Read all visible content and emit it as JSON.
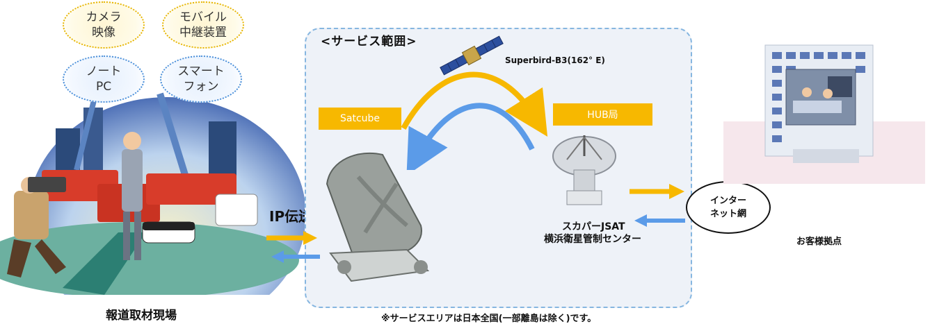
{
  "left_scene": {
    "caption": "報道取材現場",
    "bubbles": [
      {
        "text": "カメラ\n映像"
      },
      {
        "text": "モバイル\n中継装置"
      },
      {
        "text": "ノート\nPC"
      },
      {
        "text": "スマート\nフォン"
      }
    ]
  },
  "transmission_label": "IP伝送",
  "service_area": {
    "title": "<サービス範囲>",
    "satellite_label": "Superbird-B3(162° E)",
    "satcube_label": "Satcube",
    "hub_label": "HUB局",
    "center_label_line1": "スカパーJSAT",
    "center_label_line2": "横浜衛星管制センター",
    "footnote": "※サービスエリアは日本全国(一部離島は除く)です。"
  },
  "internet_label": "インター\nネット網",
  "customer_label": "お客様拠点",
  "colors": {
    "arrow_up": "#f7b800",
    "arrow_down": "#5b9be8",
    "box": "#f7b800",
    "area_border": "#86b6e0"
  }
}
